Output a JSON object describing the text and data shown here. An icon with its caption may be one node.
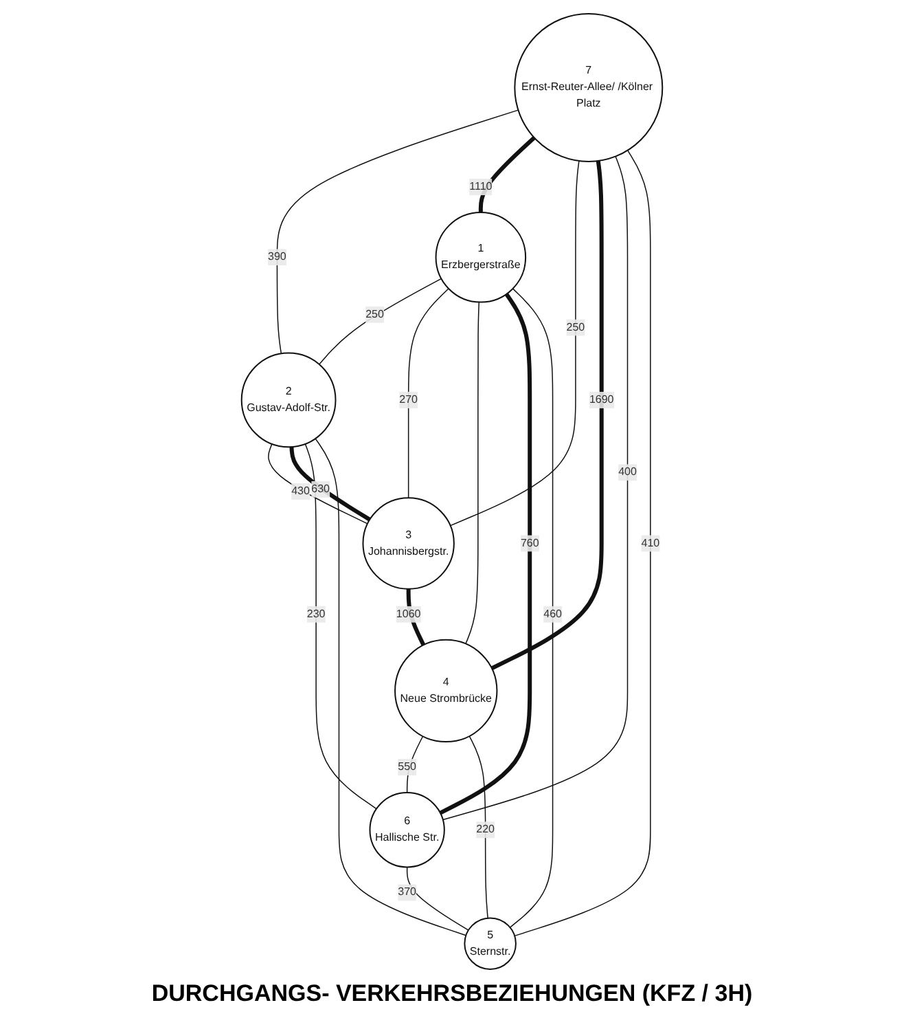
{
  "diagram": {
    "title": "DURCHGANGS- VERKEHRSBEZIEHUNGEN (KFZ / 3H)",
    "nodes": [
      {
        "text": [
          "1",
          "Erzbergerstraße"
        ]
      },
      {
        "text": [
          "2",
          "Gustav-Adolf-Str."
        ]
      },
      {
        "text": [
          "3",
          "Johannisbergstr."
        ]
      },
      {
        "text": [
          "4",
          "Neue Strombrücke"
        ]
      },
      {
        "text": [
          "5",
          "Sternstr."
        ]
      },
      {
        "text": [
          "6",
          "Hallische Str."
        ]
      },
      {
        "text": [
          "7",
          "Ernst-Reuter-Allee/ /Kölner Platz"
        ]
      }
    ],
    "edges": [
      {
        "from": 0,
        "to": 1,
        "arrow": "none",
        "label": "250"
      },
      {
        "from": 6,
        "to": 1,
        "arrow": "none",
        "label": "390"
      },
      {
        "from": 6,
        "to": 0,
        "arrow": "none",
        "label": "1110",
        "style": "thick"
      },
      {
        "from": 0,
        "to": 2,
        "arrow": "none",
        "label": "270"
      },
      {
        "from": 0,
        "to": 3,
        "arrow": "none"
      },
      {
        "from": 1,
        "to": 2,
        "arrow": "none",
        "label": "430"
      },
      {
        "from": 1,
        "to": 2,
        "arrow": "none",
        "label": "630",
        "style": "thick"
      },
      {
        "from": 1,
        "to": 5,
        "arrow": "none",
        "label": "230"
      },
      {
        "from": 1,
        "to": 4,
        "arrow": "none"
      },
      {
        "from": 6,
        "to": 2,
        "arrow": "none",
        "label": "250"
      },
      {
        "from": 6,
        "to": 3,
        "arrow": "none",
        "label": "1690",
        "style": "thick"
      },
      {
        "from": 2,
        "to": 3,
        "arrow": "none",
        "label": "1060",
        "style": "thick"
      },
      {
        "from": 0,
        "to": 5,
        "arrow": "none",
        "label": "760",
        "style": "thick"
      },
      {
        "from": 0,
        "to": 4,
        "arrow": "none",
        "label": "460"
      },
      {
        "from": 6,
        "to": 5,
        "arrow": "none",
        "label": "400"
      },
      {
        "from": 6,
        "to": 4,
        "arrow": "none",
        "label": "410"
      },
      {
        "from": 3,
        "to": 5,
        "arrow": "none",
        "label": "550"
      },
      {
        "from": 3,
        "to": 4,
        "arrow": "none",
        "label": "220"
      },
      {
        "from": 5,
        "to": 4,
        "arrow": "none",
        "label": "370"
      }
    ]
  }
}
